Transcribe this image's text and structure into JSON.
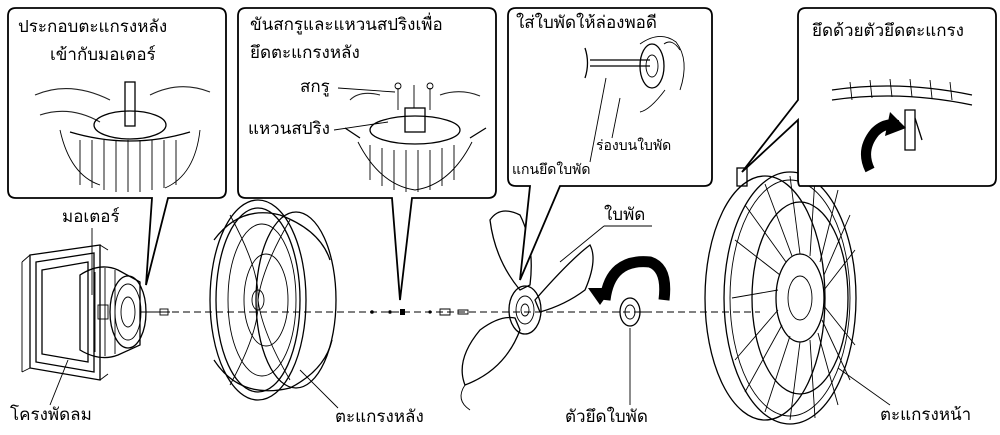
{
  "callouts": {
    "step1_line1": "ประกอบตะแกรงหลัง",
    "step1_line2": "เข้ากับมอเตอร์",
    "step2_line1": "ขันสกรูและแหวนสปริงเพื่อ",
    "step2_line2": "ยึดตะแกรงหลัง",
    "step2_screw": "สกรู",
    "step2_washer": "แหวนสปริง",
    "step3_line1": "ใส่ใบพัดให้ล่องพอดี",
    "step3_groove": "ร่องบนใบพัด",
    "step3_shaft": "แกนยึดใบพัด",
    "step4_line1": "ยึดด้วยตัวยึดตะแกรง"
  },
  "parts": {
    "motor": "มอเตอร์",
    "fan_body": "โครงพัดลม",
    "rear_guard": "ตะแกรงหลัง",
    "blade": "ใบพัด",
    "spinner": "ตัวยึดใบพัด",
    "front_guard": "ตะแกรงหน้า"
  }
}
